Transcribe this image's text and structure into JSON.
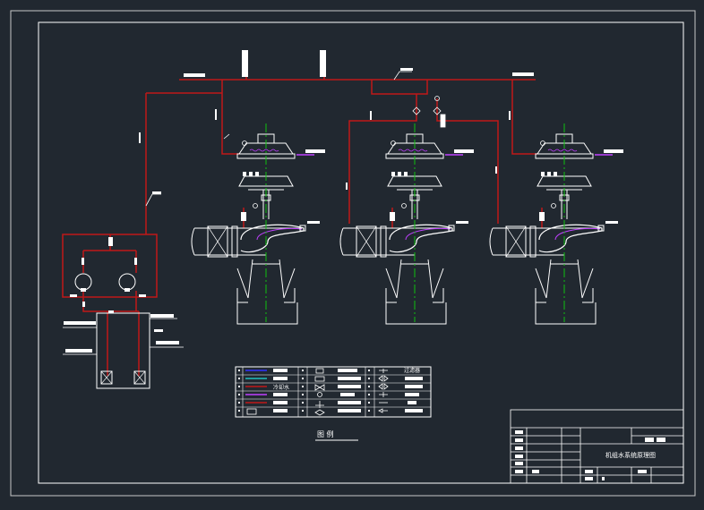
{
  "drawing": {
    "title": "机组水系统原理图",
    "legend_caption": "图 例",
    "legend_note": "过滤器",
    "legend_label_2": "冷却水"
  },
  "colors": {
    "background": "#212830",
    "line": "#ffffff",
    "pipe": "#c01818",
    "axis": "#10c010",
    "lube": "#c040ff",
    "blue": "#3030ff",
    "cyan": "#20c0c0"
  },
  "units": [
    {
      "id": "unit-1"
    },
    {
      "id": "unit-2"
    },
    {
      "id": "unit-3"
    }
  ]
}
